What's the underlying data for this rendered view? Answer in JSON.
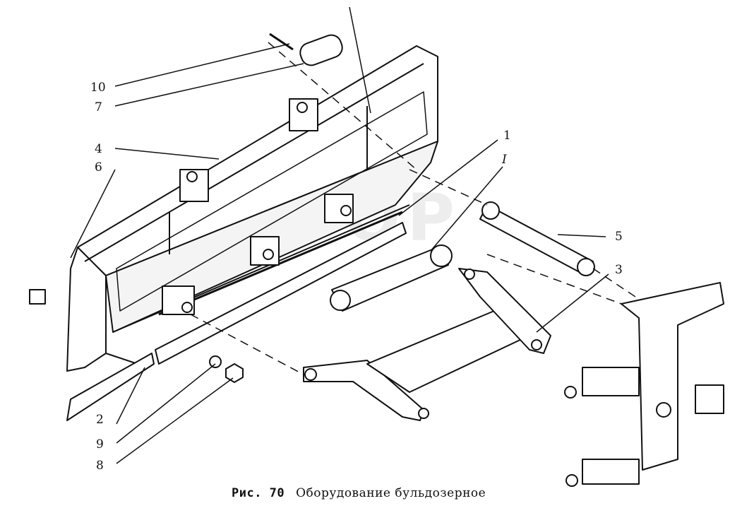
{
  "figure": {
    "caption_number": "Рис. 70",
    "caption_title": "Оборудование бульдозерное",
    "watermark": "РОТОР"
  },
  "callouts": [
    {
      "id": "10",
      "label": "10"
    },
    {
      "id": "7",
      "label": "7"
    },
    {
      "id": "4",
      "label": "4"
    },
    {
      "id": "6",
      "label": "6"
    },
    {
      "id": "1",
      "label": "1"
    },
    {
      "id": "I",
      "label": "I"
    },
    {
      "id": "5",
      "label": "5"
    },
    {
      "id": "3",
      "label": "3"
    },
    {
      "id": "2",
      "label": "2"
    },
    {
      "id": "9",
      "label": "9"
    },
    {
      "id": "8",
      "label": "8"
    }
  ]
}
